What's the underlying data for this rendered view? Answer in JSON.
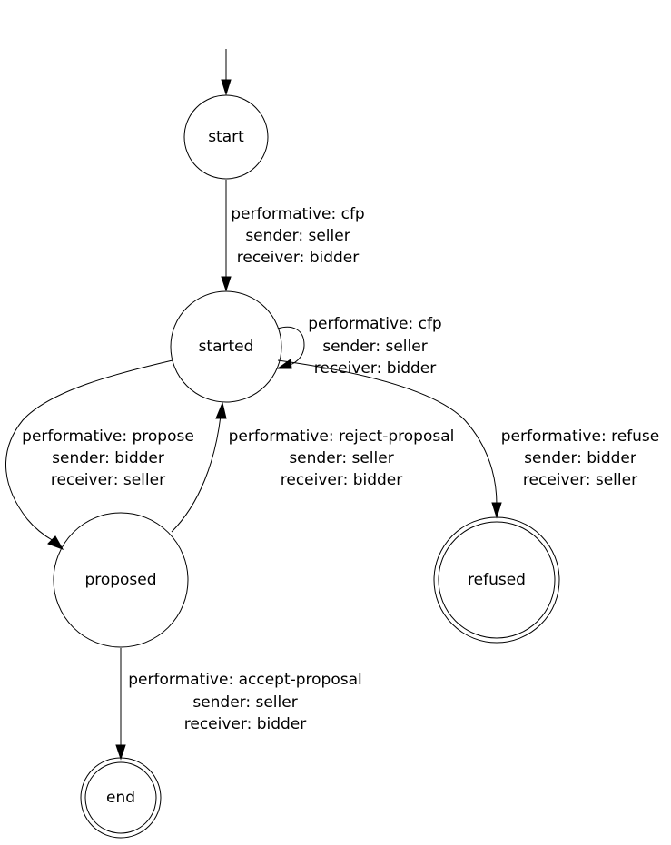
{
  "diagram": {
    "type": "state-machine",
    "nodes": {
      "start": {
        "label": "start",
        "kind": "state"
      },
      "started": {
        "label": "started",
        "kind": "state"
      },
      "proposed": {
        "label": "proposed",
        "kind": "state"
      },
      "refused": {
        "label": "refused",
        "kind": "final-state"
      },
      "end": {
        "label": "end",
        "kind": "final-state"
      }
    },
    "edges": {
      "initial_to_start": {
        "from": "",
        "to": "start"
      },
      "start_to_started": {
        "from": "start",
        "to": "started",
        "performative": "performative: cfp",
        "sender": "sender: seller",
        "receiver": "receiver: bidder"
      },
      "started_self": {
        "from": "started",
        "to": "started",
        "performative": "performative: cfp",
        "sender": "sender: seller",
        "receiver": "receiver: bidder"
      },
      "started_to_proposed": {
        "from": "started",
        "to": "proposed",
        "performative": "performative: propose",
        "sender": "sender: bidder",
        "receiver": "receiver: seller"
      },
      "proposed_to_started": {
        "from": "proposed",
        "to": "started",
        "performative": "performative: reject-proposal",
        "sender": "sender: seller",
        "receiver": "receiver: bidder"
      },
      "started_to_refused": {
        "from": "started",
        "to": "refused",
        "performative": "performative: refuse",
        "sender": "sender: bidder",
        "receiver": "receiver: seller"
      },
      "proposed_to_end": {
        "from": "proposed",
        "to": "end",
        "performative": "performative: accept-proposal",
        "sender": "sender: seller",
        "receiver": "receiver: bidder"
      }
    }
  }
}
